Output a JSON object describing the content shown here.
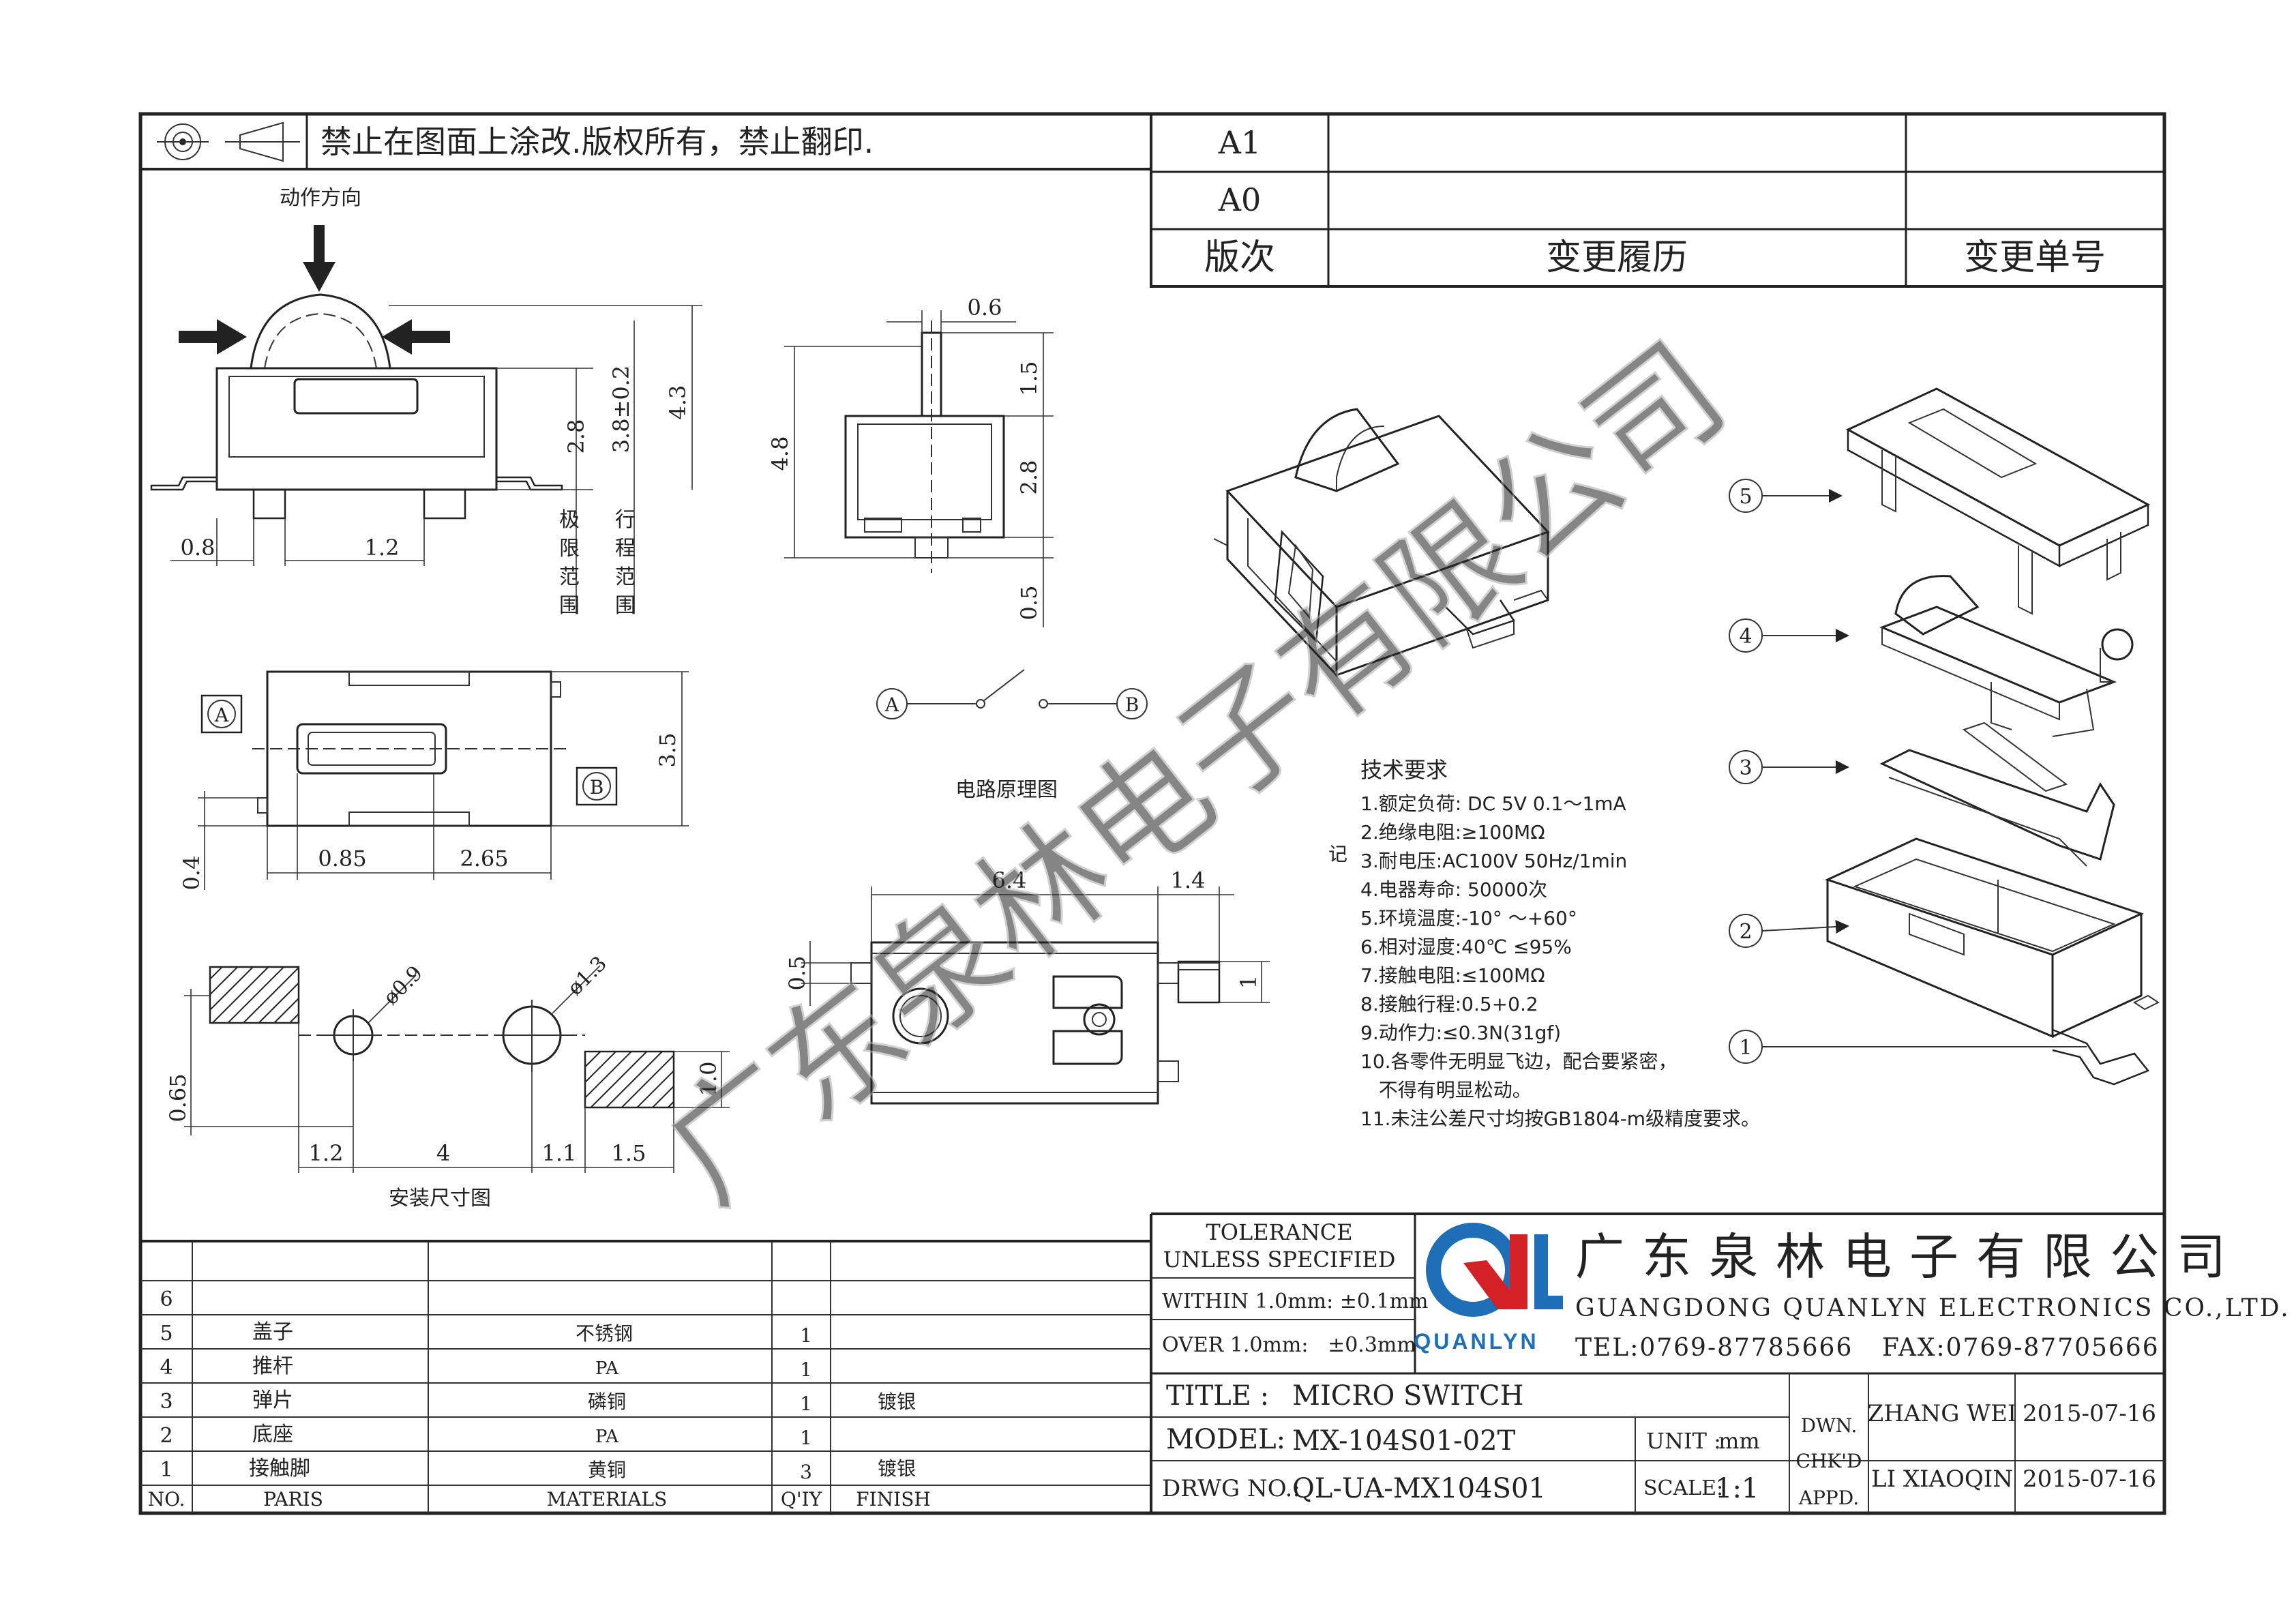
{
  "header": {
    "notice": "禁止在图面上涂改.版权所有，禁止翻印."
  },
  "revision_table": {
    "rows": [
      {
        "rev": "A1",
        "history": "",
        "number": ""
      },
      {
        "rev": "A0",
        "history": "",
        "number": ""
      }
    ],
    "headers": {
      "rev": "版次",
      "history": "变更履历",
      "number": "变更单号"
    }
  },
  "side_view": {
    "action_direction": "动作方向",
    "dims": [
      "2.8",
      "3.8±0.2",
      "4.3",
      "0.8",
      "1.2"
    ],
    "limit_labels": [
      "极限范围",
      "行程范围"
    ]
  },
  "front_view": {
    "dims": [
      "0.6",
      "4.8",
      "1.5",
      "2.8",
      "0.5"
    ]
  },
  "top_view": {
    "dims": [
      "3.5",
      "0.4",
      "0.85",
      "2.65"
    ],
    "markers": [
      "A",
      "B"
    ]
  },
  "circuit": {
    "title": "电路原理图",
    "nodes": [
      "A",
      "B"
    ]
  },
  "bottom_view": {
    "dims": [
      "6.4",
      "1.4",
      "0.5",
      "1"
    ]
  },
  "mounting": {
    "title": "安装尺寸图",
    "dims": [
      "ø0.9",
      "ø1.3",
      "0.65",
      "1.0",
      "1.2",
      "4",
      "1.1",
      "1.5"
    ]
  },
  "tech_requirements": {
    "title": "技术要求",
    "side_char": "记",
    "items": [
      "1.额定负荷: DC 5V   0.1～1mA",
      "2.绝缘电阻:≥100MΩ",
      "3.耐电压:AC100V 50Hz/1min",
      "4.电器寿命: 50000次",
      "5.环境温度:-10° ～+60°",
      "6.相对湿度:40℃   ≤95%",
      "7.接触电阻:≤100MΩ",
      "8.接触行程:0.5+0.2",
      "9.动作力:≤0.3N(31gf)",
      "10.各零件无明显飞边，配合要紧密，",
      "   不得有明显松动。",
      "11.未注公差尺寸均按GB1804-m级精度要求。"
    ]
  },
  "exploded": {
    "callouts": [
      "5",
      "4",
      "3",
      "2",
      "1"
    ]
  },
  "watermark": "广东泉林电子有限公司",
  "parts_table": {
    "rows": [
      {
        "no": "6",
        "name": "",
        "material": "",
        "qty": "",
        "finish": ""
      },
      {
        "no": "5",
        "name": "盖子",
        "material": "不锈钢",
        "qty": "1",
        "finish": ""
      },
      {
        "no": "4",
        "name": "推杆",
        "material": "PA",
        "qty": "1",
        "finish": ""
      },
      {
        "no": "3",
        "name": "弹片",
        "material": "磷铜",
        "qty": "1",
        "finish": "镀银"
      },
      {
        "no": "2",
        "name": "底座",
        "material": "PA",
        "qty": "1",
        "finish": ""
      },
      {
        "no": "1",
        "name": "接触脚",
        "material": "黄铜",
        "qty": "3",
        "finish": "镀银"
      }
    ],
    "headers": {
      "no": "NO.",
      "name": "PARIS",
      "material": "MATERIALS",
      "qty": "Q'IY",
      "finish": "FINISH"
    }
  },
  "tolerance": {
    "title1": "TOLERANCE",
    "title2": "UNLESS SPECIFIED",
    "within": "WITHIN 1.0mm: ±0.1mm",
    "over": "OVER 1.0mm:   ±0.3mm"
  },
  "company": {
    "name_cn": "广东泉林电子有限公司",
    "name_en": "GUANGDONG QUANLYN ELECTRONICS CO.,LTD.",
    "tel": "TEL:0769-87785666",
    "fax": "FAX:0769-87705666",
    "brand": "QUANLYN",
    "logo_colors": {
      "blue": "#1e6fb8",
      "red": "#d42027"
    }
  },
  "title_block": {
    "title_label": "TITLE :",
    "title_value": "MICRO SWITCH",
    "model_label": "MODEL:",
    "model_value": "MX-104S01-02T",
    "drwg_label": "DRWG NO.:",
    "drwg_value": "QL-UA-MX104S01",
    "unit_label": "UNIT :",
    "unit_value": "mm",
    "scale_label": "SCALE:",
    "scale_value": "1:1",
    "dwn_label": "DWN.",
    "chk_label": "CHK'D",
    "appd_label": "APPD.",
    "dwn_name": "ZHANG WEI",
    "dwn_date": "2015-07-16",
    "chk_name": "LI XIAOQIN",
    "chk_date": "2015-07-16"
  }
}
